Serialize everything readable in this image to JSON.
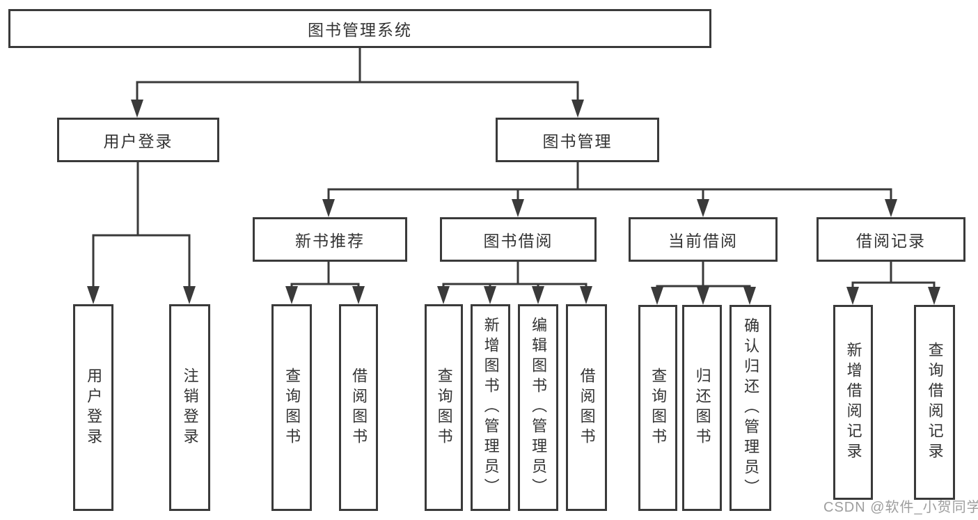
{
  "diagram": {
    "type": "hierarchy-diagram",
    "title": "图书管理系统",
    "watermark": "CSDN @软件_小贺同学",
    "colors": {
      "line": "#3a3a3a",
      "box_border": "#3a3a3a",
      "box_fill": "#ffffff",
      "text": "#333333",
      "watermark_text": "#9e9e9e"
    },
    "tree": {
      "root": {
        "label": "图书管理系统",
        "children": [
          {
            "label": "用户登录",
            "children": [
              {
                "label": "用户登录"
              },
              {
                "label": "注销登录"
              }
            ]
          },
          {
            "label": "图书管理",
            "children": [
              {
                "label": "新书推荐",
                "children": [
                  {
                    "label": "查询图书"
                  },
                  {
                    "label": "借阅图书"
                  }
                ]
              },
              {
                "label": "图书借阅",
                "children": [
                  {
                    "label": "查询图书"
                  },
                  {
                    "label": "新增图书（管理员）"
                  },
                  {
                    "label": "编辑图书（管理员）"
                  },
                  {
                    "label": "借阅图书"
                  }
                ]
              },
              {
                "label": "当前借阅",
                "children": [
                  {
                    "label": "查询图书"
                  },
                  {
                    "label": "归还图书"
                  },
                  {
                    "label": "确认归还（管理员）"
                  }
                ]
              },
              {
                "label": "借阅记录",
                "children": [
                  {
                    "label": "新增借阅记录"
                  },
                  {
                    "label": "查询借阅记录"
                  }
                ]
              }
            ]
          }
        ]
      }
    }
  }
}
